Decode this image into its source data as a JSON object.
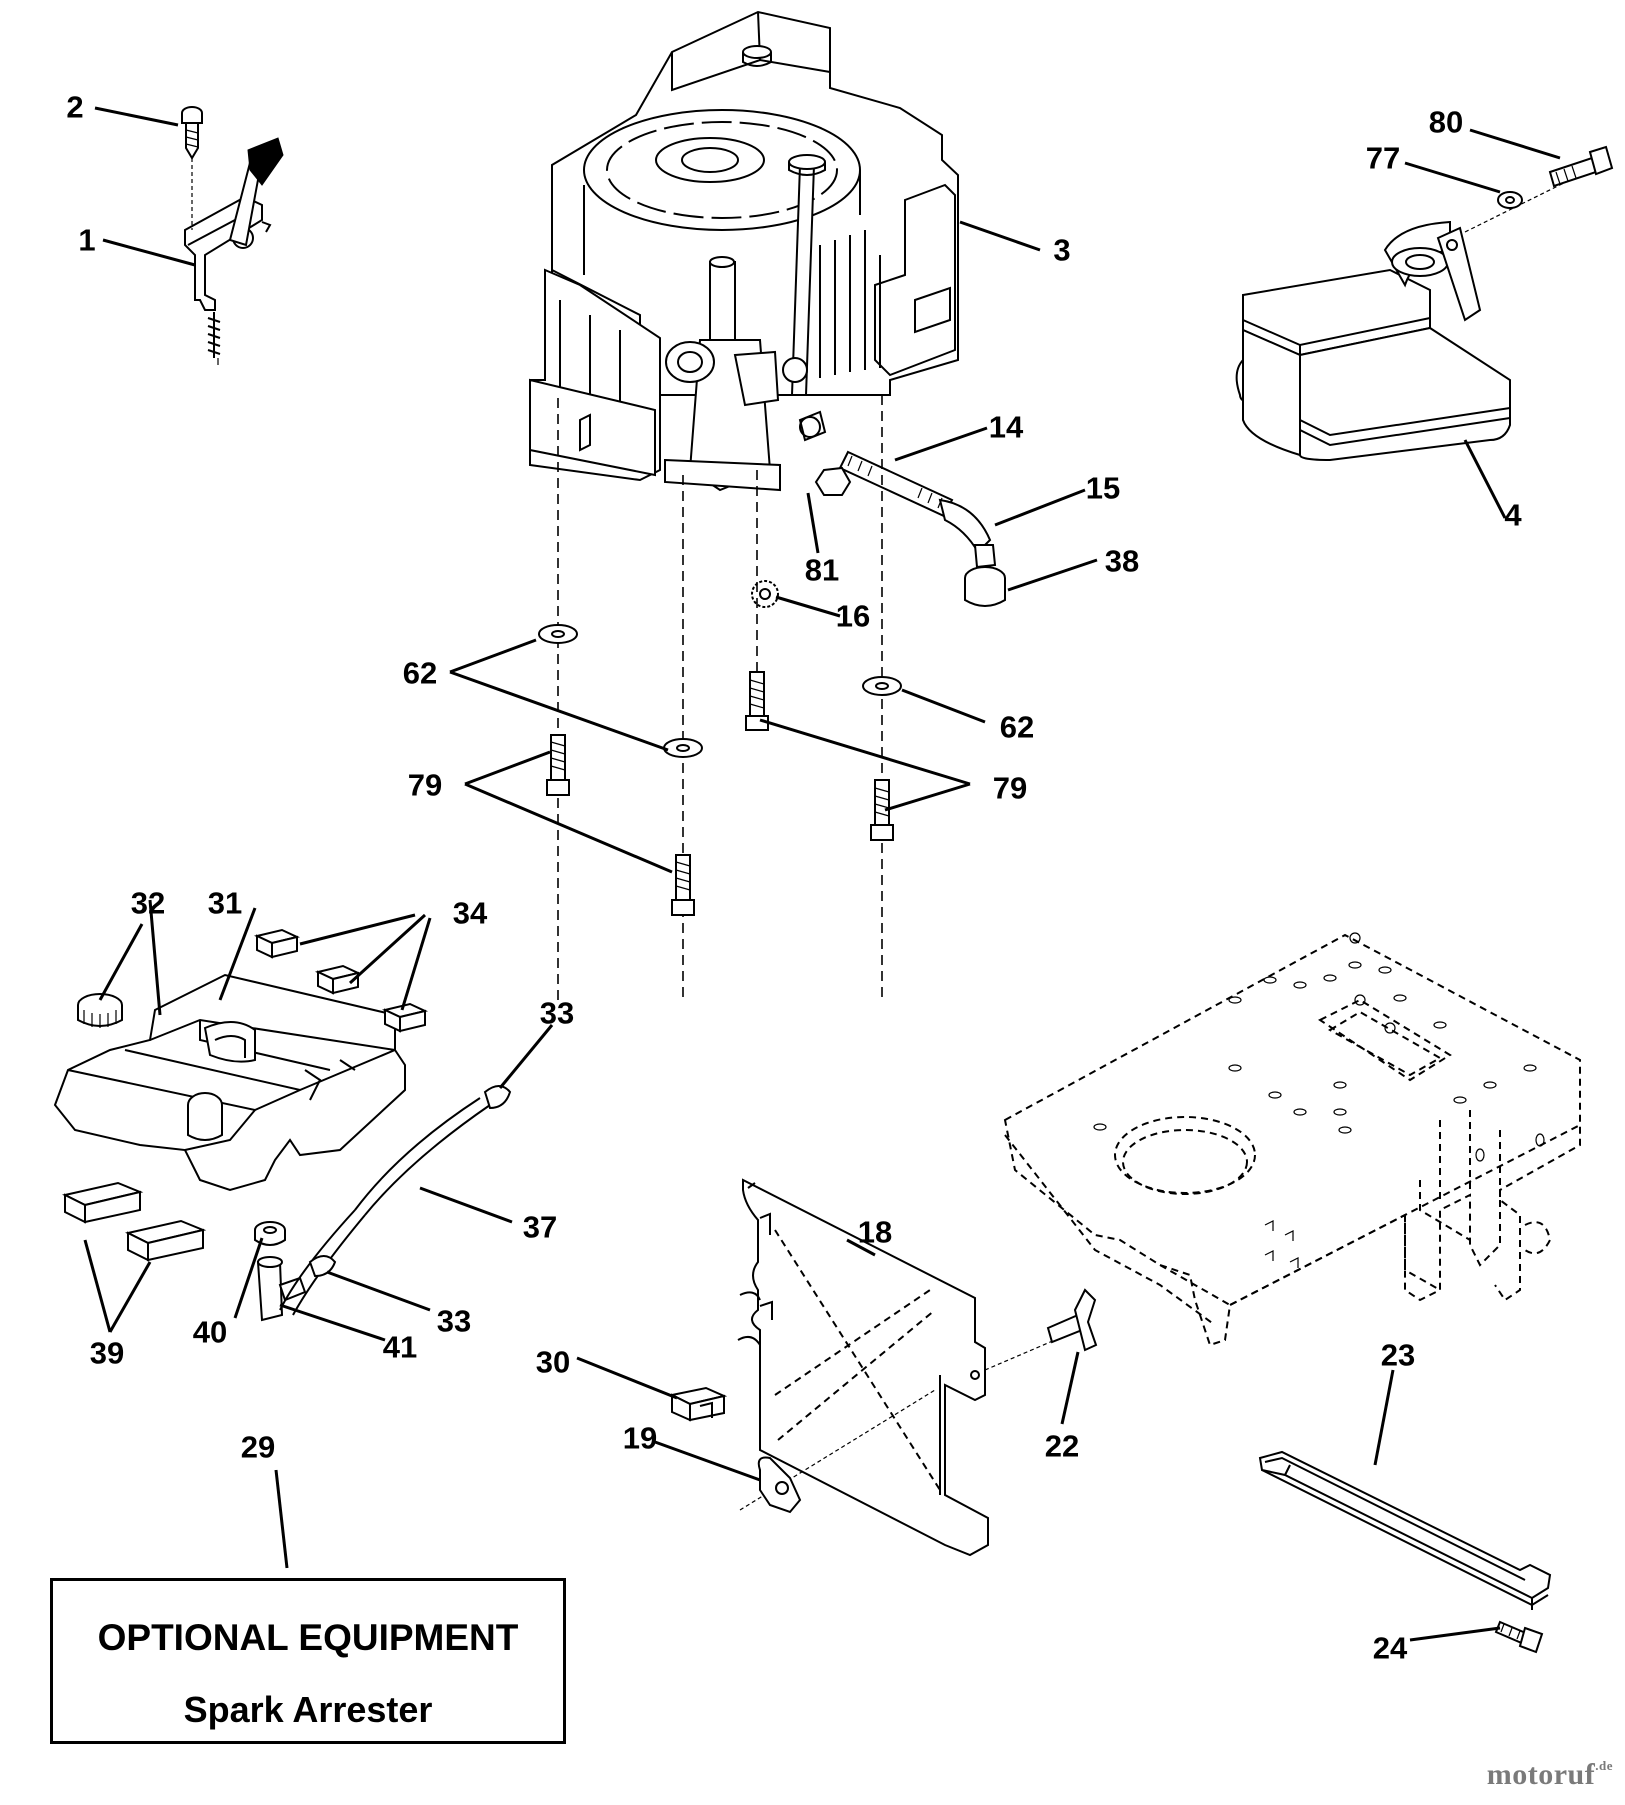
{
  "callouts": [
    {
      "id": "c1",
      "text": "1"
    },
    {
      "id": "c2",
      "text": "2"
    },
    {
      "id": "c3",
      "text": "3"
    },
    {
      "id": "c4",
      "text": "4"
    },
    {
      "id": "c14",
      "text": "14"
    },
    {
      "id": "c15",
      "text": "15"
    },
    {
      "id": "c16",
      "text": "16"
    },
    {
      "id": "c18",
      "text": "18"
    },
    {
      "id": "c19",
      "text": "19"
    },
    {
      "id": "c22",
      "text": "22"
    },
    {
      "id": "c23",
      "text": "23"
    },
    {
      "id": "c24",
      "text": "24"
    },
    {
      "id": "c29",
      "text": "29"
    },
    {
      "id": "c30",
      "text": "30"
    },
    {
      "id": "c31",
      "text": "31"
    },
    {
      "id": "c32",
      "text": "32"
    },
    {
      "id": "c33a",
      "text": "33"
    },
    {
      "id": "c33b",
      "text": "33"
    },
    {
      "id": "c34",
      "text": "34"
    },
    {
      "id": "c37",
      "text": "37"
    },
    {
      "id": "c38",
      "text": "38"
    },
    {
      "id": "c39",
      "text": "39"
    },
    {
      "id": "c40",
      "text": "40"
    },
    {
      "id": "c41",
      "text": "41"
    },
    {
      "id": "c62a",
      "text": "62"
    },
    {
      "id": "c62b",
      "text": "62"
    },
    {
      "id": "c77",
      "text": "77"
    },
    {
      "id": "c79a",
      "text": "79"
    },
    {
      "id": "c79b",
      "text": "79"
    },
    {
      "id": "c80",
      "text": "80"
    },
    {
      "id": "c81",
      "text": "81"
    }
  ],
  "optional_box": {
    "title": "OPTIONAL EQUIPMENT",
    "subtitle": "Spark Arrester"
  },
  "watermark": {
    "main": "motoruf",
    "suffix": ".de"
  }
}
